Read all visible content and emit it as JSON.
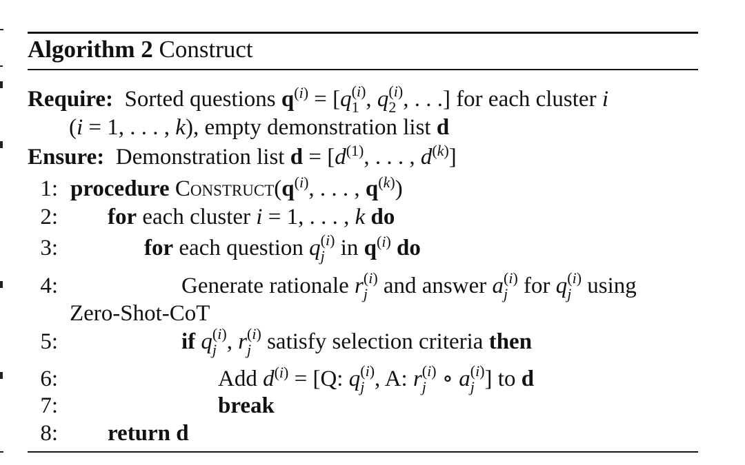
{
  "algorithm": {
    "label": "Algorithm 2",
    "name": "Construct"
  },
  "require": {
    "keyword": "Require:",
    "line1_pre": "Sorted questions",
    "line1_post": "for each cluster",
    "line2_post": ", empty demonstration list"
  },
  "ensure": {
    "keyword": "Ensure:",
    "text": "Demonstration list"
  },
  "steps": [
    {
      "num": "1:",
      "keyword": "procedure",
      "name": "Construct"
    },
    {
      "num": "2:",
      "keyword": "for",
      "text": "each cluster",
      "end_keyword": "do"
    },
    {
      "num": "3:",
      "keyword": "for",
      "text": "each question",
      "mid": "in",
      "end_keyword": "do"
    },
    {
      "num": "4:",
      "text_a": "Generate rationale",
      "text_b": "and answer",
      "text_c": "for",
      "text_d": "using",
      "continuation": "Zero-Shot-CoT"
    },
    {
      "num": "5:",
      "keyword": "if",
      "text": "satisfy selection criteria",
      "end_keyword": "then"
    },
    {
      "num": "6:",
      "text_a": "Add",
      "text_b": "to"
    },
    {
      "num": "7:",
      "keyword": "break"
    },
    {
      "num": "8:",
      "keyword": "return"
    }
  ]
}
